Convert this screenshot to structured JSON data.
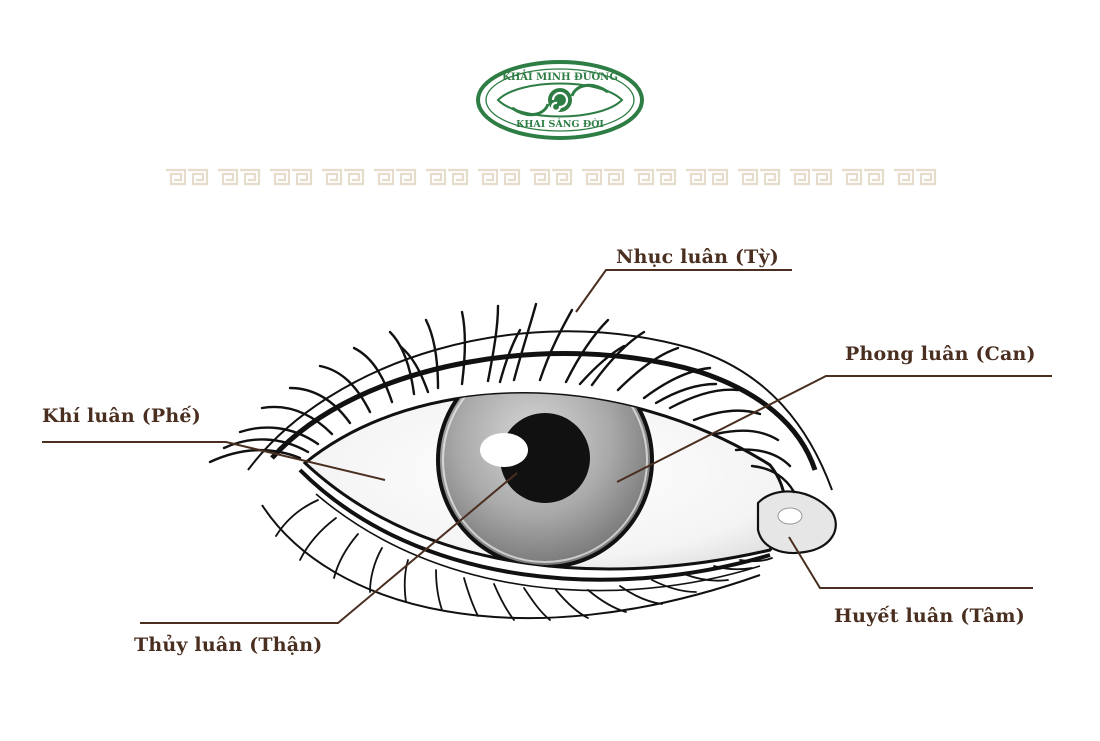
{
  "logo": {
    "top_text": "KHẢI MINH ĐƯỜNG",
    "bottom_text": "KHAI SÁNG ĐỜI"
  },
  "labels": {
    "nhuc_luan": "Nhục luân (Tỳ)",
    "phong_luan": "Phong luân (Can)",
    "khi_luan": "Khí luân (Phế)",
    "thuy_luan": "Thủy luân (Thận)",
    "huyet_luan": "Huyết luân (Tâm)"
  },
  "colors": {
    "label_text": "#4a2f21",
    "leader_line": "#4a2f21",
    "logo_green": "#2e7d44",
    "ornament": "#e6dccb",
    "eye_line": "#111111"
  },
  "icons": {
    "logo": "eye-swirl-emblem",
    "divider": "greek-key-ornament"
  }
}
